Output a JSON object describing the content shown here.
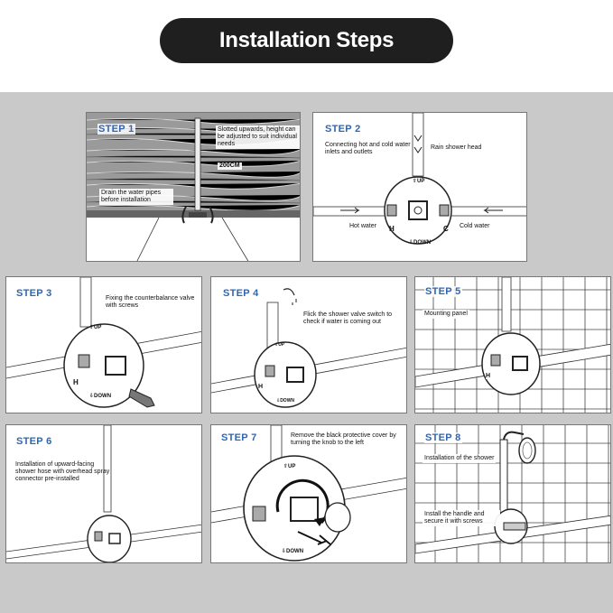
{
  "header": {
    "title": "Installation Steps"
  },
  "colors": {
    "accent": "#2f66b3",
    "banner": "#1f1f1f",
    "background": "#c9c9c9"
  },
  "steps": [
    {
      "label": "STEP 1",
      "notes": [
        "Slotted upwards, height can be adjusted to suit individual needs",
        "200CM",
        "Drain the water pipes before installation"
      ]
    },
    {
      "label": "STEP 2",
      "notes": [
        "Connecting hot and cold water inlets and outlets",
        "Rain shower head",
        "Hot water",
        "Cold water"
      ],
      "marks": {
        "up": "⇧UP",
        "down": "⇩DOWN",
        "h": "H",
        "c": "C"
      }
    },
    {
      "label": "STEP 3",
      "notes": [
        "Fixing the counterbalance valve with screws"
      ],
      "marks": {
        "up": "⇧UP",
        "down": "⇩DOWN",
        "h": "H"
      }
    },
    {
      "label": "STEP 4",
      "notes": [
        "Flick the shower valve switch to check if water is coming out"
      ],
      "marks": {
        "up": "⇧UP",
        "down": "⇩DOWN",
        "h": "H"
      }
    },
    {
      "label": "STEP 5",
      "notes": [
        "Mounting panel"
      ],
      "marks": {
        "h": "H"
      }
    },
    {
      "label": "STEP 6",
      "notes": [
        "Installation of upward-facing shower hose with overhead spray connector pre-installed"
      ]
    },
    {
      "label": "STEP 7",
      "notes": [
        "Remove the black protective cover by turning the knob to the left"
      ],
      "marks": {
        "up": "⇧UP",
        "down": "⇩DOWN"
      }
    },
    {
      "label": "STEP 8",
      "notes": [
        "Installation of the shower",
        "Install the handle and secure it with screws"
      ]
    }
  ]
}
